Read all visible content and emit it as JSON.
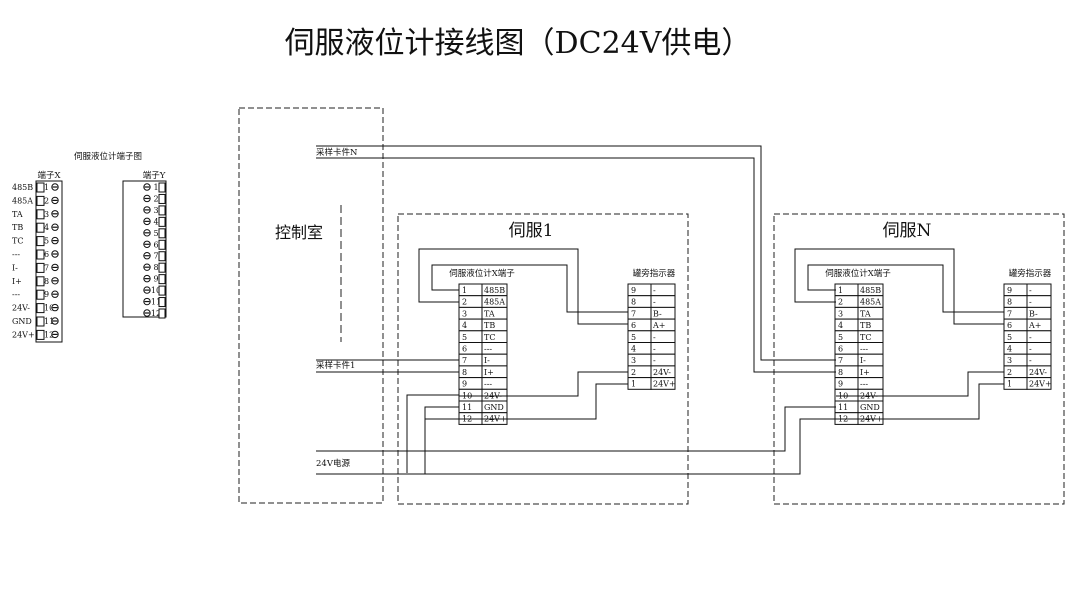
{
  "title": "伺服液位计接线图（DC24V供电）",
  "terminal_diagram": {
    "title": "伺服液位计端子图",
    "x_header": "端子X",
    "y_header": "端子Y",
    "left_labels": [
      "485B",
      "485A",
      "TA",
      "TB",
      "TC",
      "---",
      "I-",
      "I+",
      "---",
      "24V-",
      "GND",
      "24V+"
    ],
    "x_numbers": [
      "1",
      "2",
      "3",
      "4",
      "5",
      "6",
      "7",
      "8",
      "9",
      "10",
      "11",
      "12"
    ],
    "y_numbers": [
      "1",
      "2",
      "3",
      "4",
      "5",
      "6",
      "7",
      "8",
      "9",
      "10",
      "11",
      "12"
    ]
  },
  "control_room": {
    "label": "控制室",
    "lines": {
      "card_n": "采样卡件N",
      "card_1": "采样卡件1",
      "power": "24V电源"
    }
  },
  "servo_units": [
    {
      "title": "伺服1",
      "x_table_title": "伺服液位计X端子",
      "x_rows": [
        [
          "1",
          "485B"
        ],
        [
          "2",
          "485A"
        ],
        [
          "3",
          "TA"
        ],
        [
          "4",
          "TB"
        ],
        [
          "5",
          "TC"
        ],
        [
          "6",
          "---"
        ],
        [
          "7",
          "I-"
        ],
        [
          "8",
          "I+"
        ],
        [
          "9",
          "---"
        ],
        [
          "10",
          "24V-"
        ],
        [
          "11",
          "GND"
        ],
        [
          "12",
          "24V+"
        ]
      ],
      "indicator_title": "罐旁指示器",
      "indicator_rows": [
        [
          "9",
          "-"
        ],
        [
          "8",
          "-"
        ],
        [
          "7",
          "B-"
        ],
        [
          "6",
          "A+"
        ],
        [
          "5",
          "-"
        ],
        [
          "4",
          "-"
        ],
        [
          "3",
          "-"
        ],
        [
          "2",
          "24V-"
        ],
        [
          "1",
          "24V+"
        ]
      ]
    },
    {
      "title": "伺服N",
      "x_table_title": "伺服液位计X端子",
      "x_rows": [
        [
          "1",
          "485B"
        ],
        [
          "2",
          "485A"
        ],
        [
          "3",
          "TA"
        ],
        [
          "4",
          "TB"
        ],
        [
          "5",
          "TC"
        ],
        [
          "6",
          "---"
        ],
        [
          "7",
          "I-"
        ],
        [
          "8",
          "I+"
        ],
        [
          "9",
          "---"
        ],
        [
          "10",
          "24V-"
        ],
        [
          "11",
          "GND"
        ],
        [
          "12",
          "24V+"
        ]
      ],
      "indicator_title": "罐旁指示器",
      "indicator_rows": [
        [
          "9",
          "-"
        ],
        [
          "8",
          "-"
        ],
        [
          "7",
          "B-"
        ],
        [
          "6",
          "A+"
        ],
        [
          "5",
          "-"
        ],
        [
          "4",
          "-"
        ],
        [
          "3",
          "-"
        ],
        [
          "2",
          "24V-"
        ],
        [
          "1",
          "24V+"
        ]
      ]
    }
  ]
}
